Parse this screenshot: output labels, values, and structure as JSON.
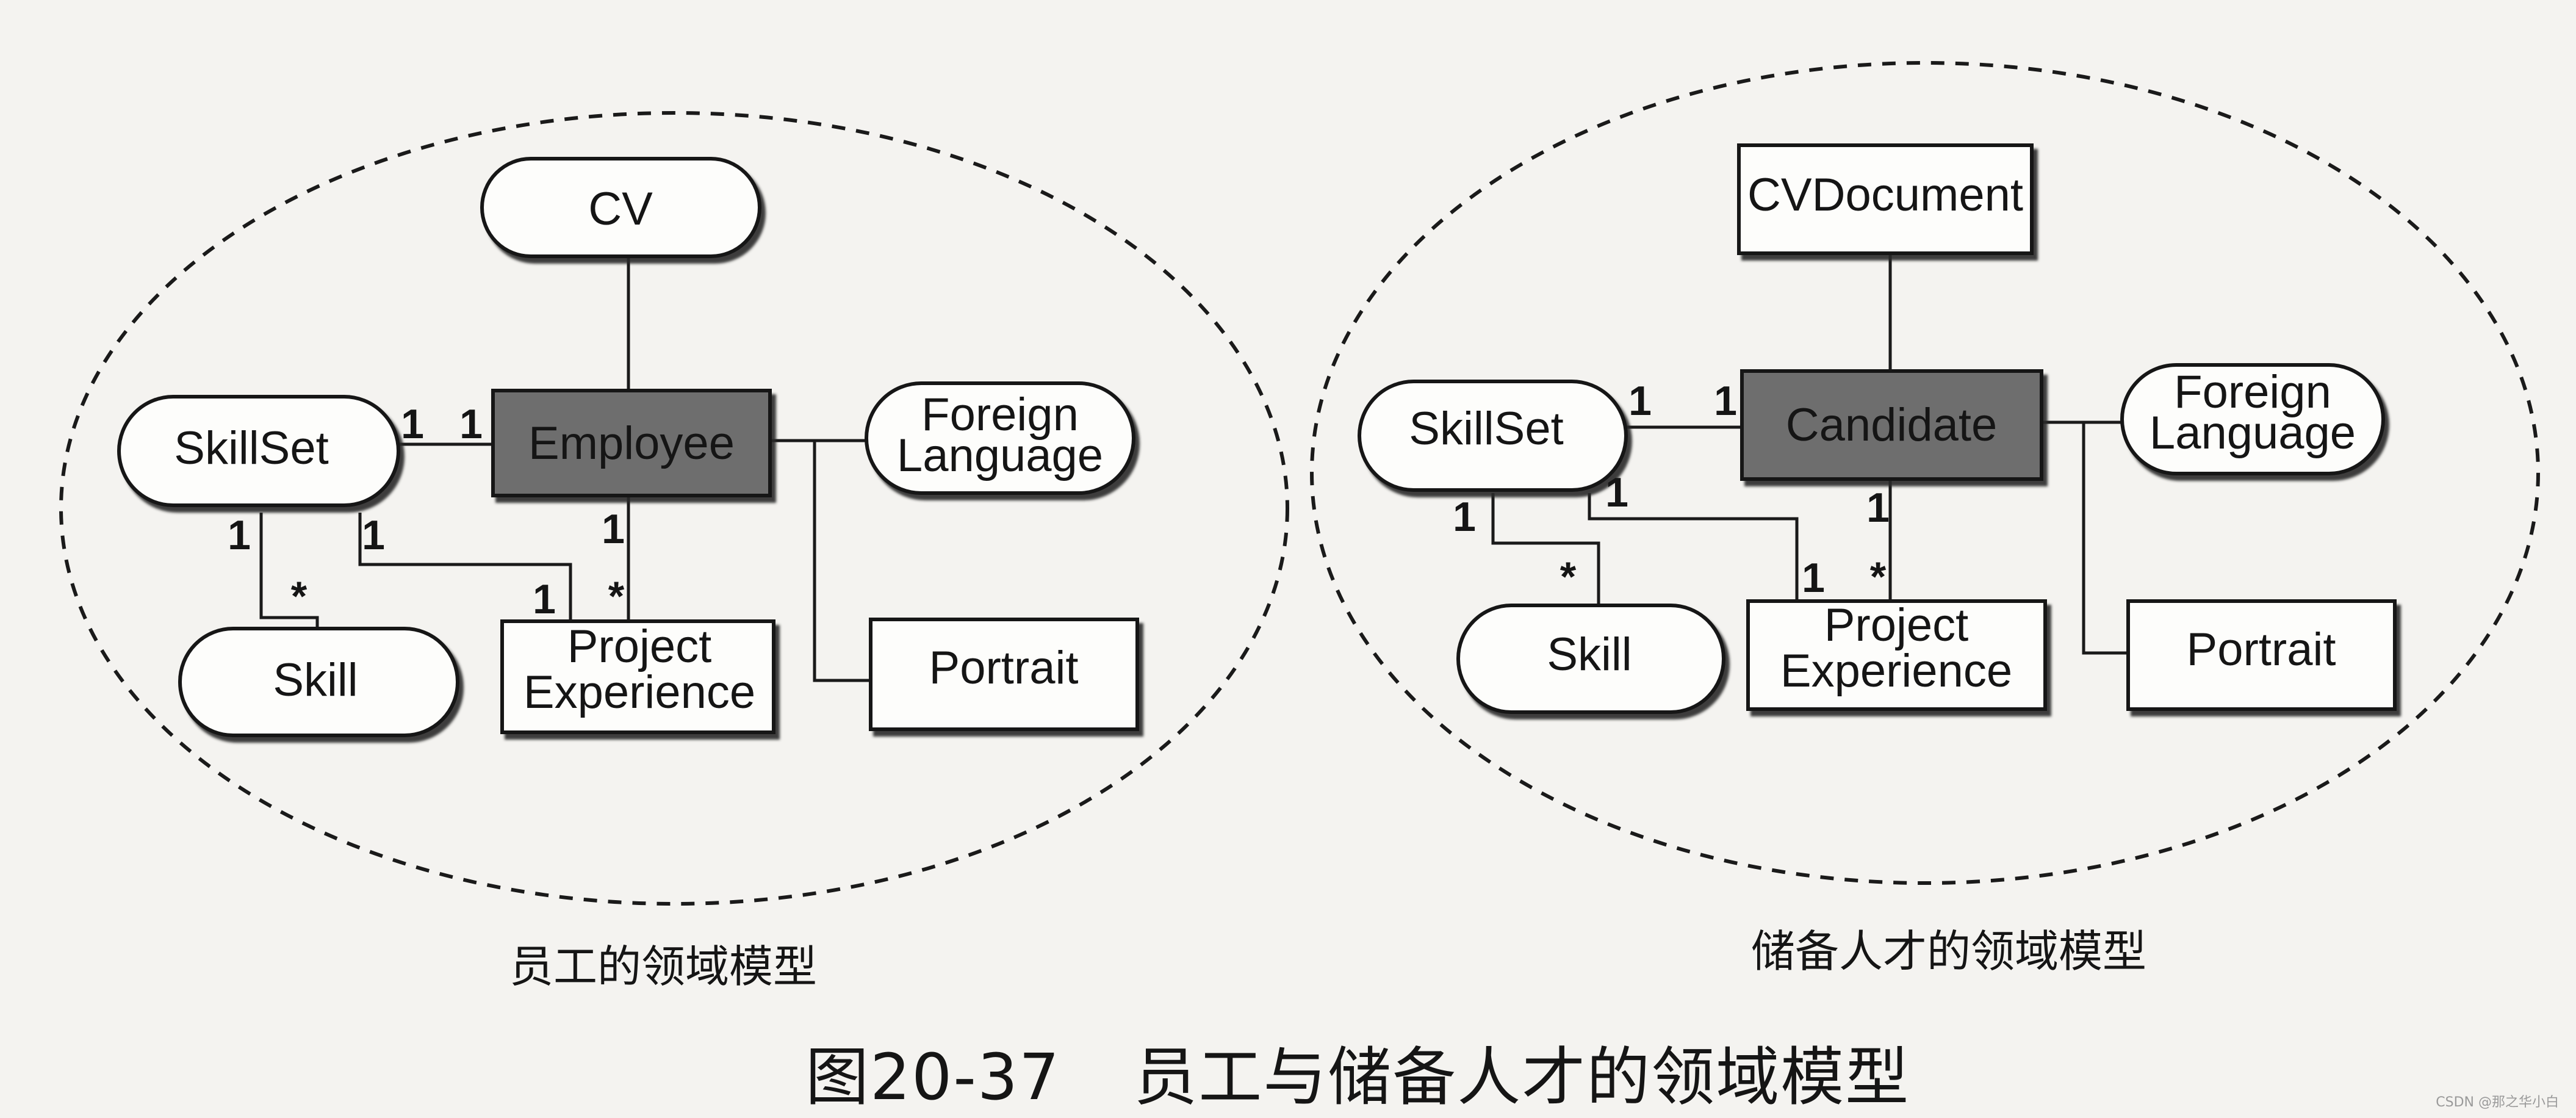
{
  "left_model": {
    "caption": "员工的领域模型",
    "nodes": {
      "cv": "CV",
      "skillset": "SkillSet",
      "central": "Employee",
      "foreign_language": [
        "Foreign",
        "Language"
      ],
      "skill": "Skill",
      "project_experience": [
        "Project",
        "Experience"
      ],
      "portrait": "Portrait"
    },
    "multiplicities": {
      "skillset_end_of_skillset_employee": "1",
      "employee_end_of_skillset_employee": "1",
      "skillset_end_of_skillset_skill": "1",
      "skill_end_of_skillset_skill": "*",
      "skillset_end_of_skillset_project": "1",
      "project_end_of_skillset_project": "1",
      "employee_end_of_employee_project": "1",
      "project_end_of_employee_project": "*"
    }
  },
  "right_model": {
    "caption": "储备人才的领域模型",
    "nodes": {
      "cv": "CVDocument",
      "skillset": "SkillSet",
      "central": "Candidate",
      "foreign_language": [
        "Foreign",
        "Language"
      ],
      "skill": "Skill",
      "project_experience": [
        "Project",
        "Experience"
      ],
      "portrait": "Portrait"
    },
    "multiplicities": {
      "skillset_end_of_skillset_candidate": "1",
      "candidate_end_of_skillset_candidate": "1",
      "skillset_end_of_skillset_skill": "1",
      "skill_end_of_skillset_skill": "*",
      "skillset_end_of_skillset_project": "1",
      "project_end_of_skillset_project": "1",
      "candidate_end_of_candidate_project": "1",
      "project_end_of_candidate_project": "*"
    }
  },
  "figure_caption": {
    "number": "图20-37",
    "title": "员工与储备人才的领域模型"
  },
  "watermark": "CSDN @那之华小白",
  "colors": {
    "background": "#f4f3f0",
    "central_fill": "#6e6e6e",
    "stroke": "#141414",
    "shadow": "#2b2b2b"
  }
}
